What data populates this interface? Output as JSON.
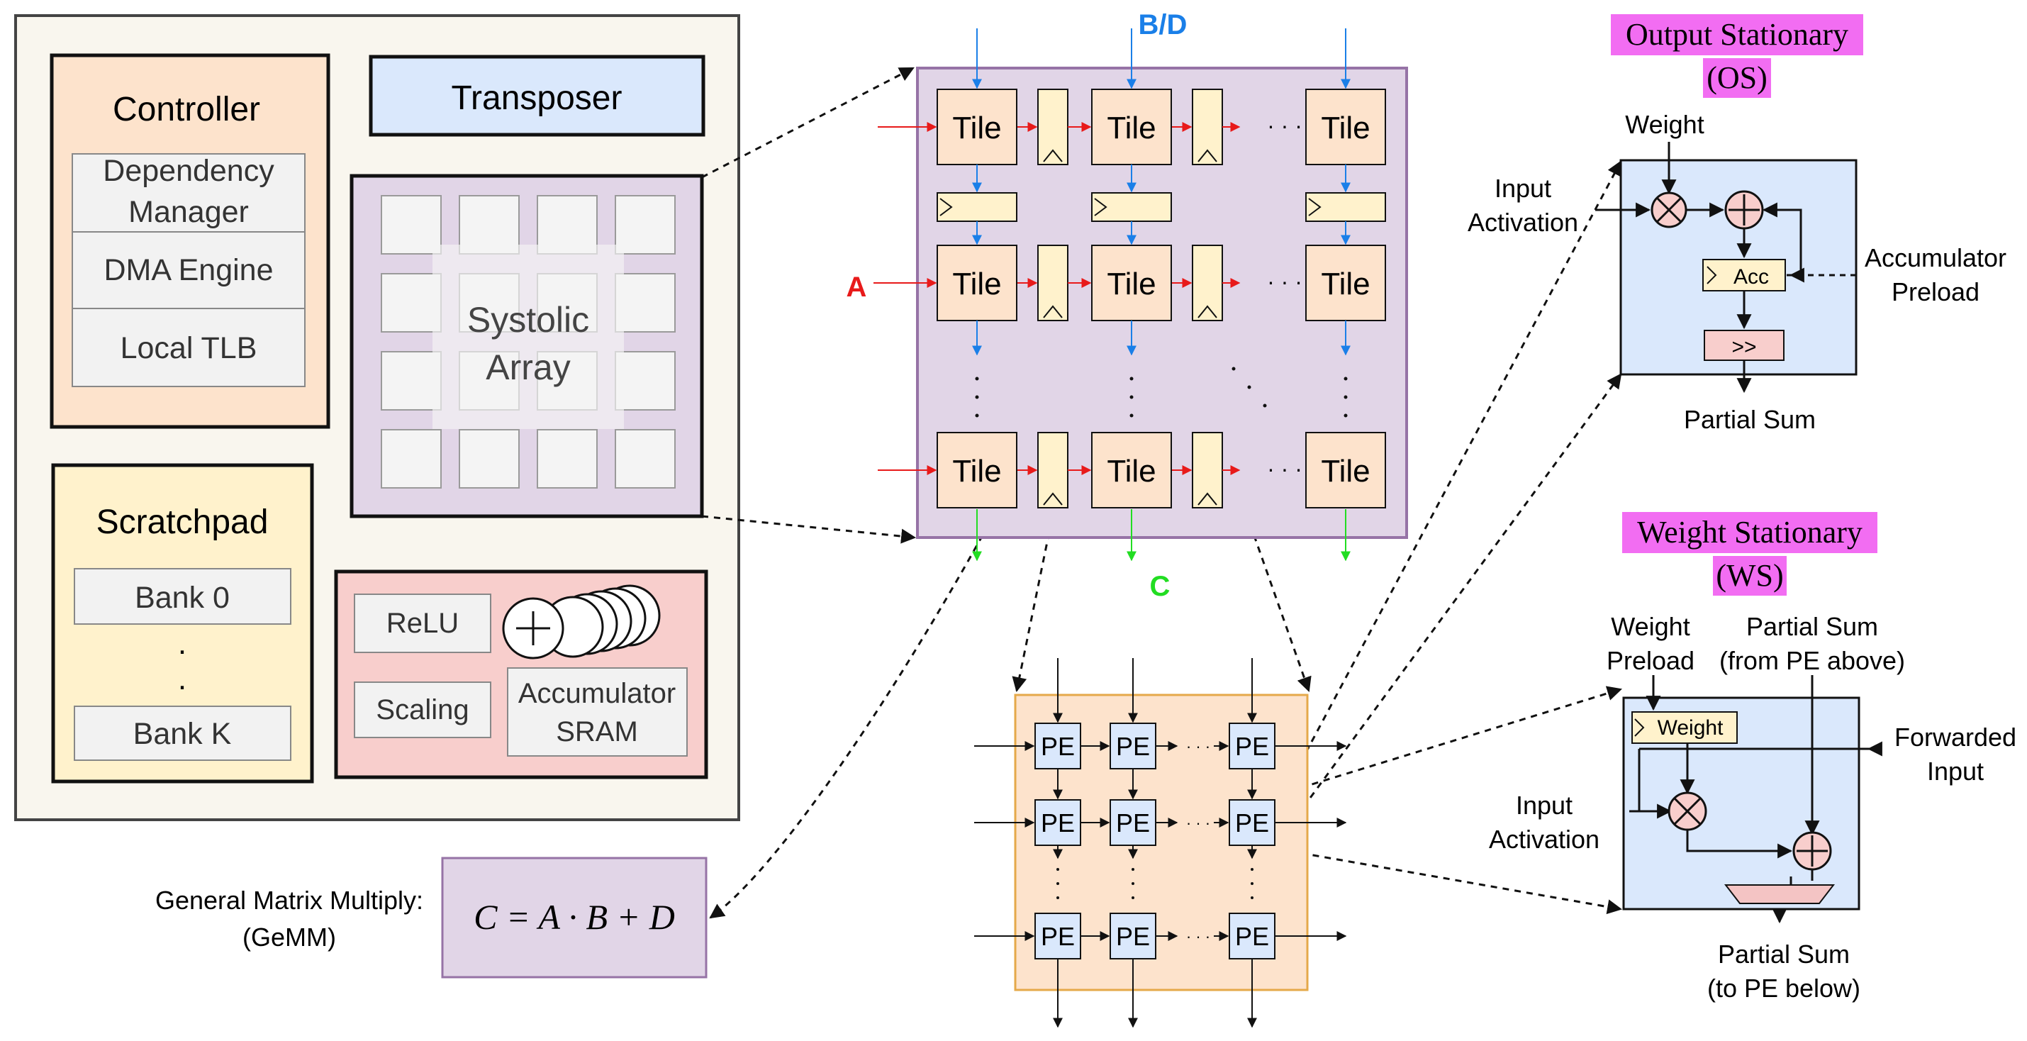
{
  "soc": {
    "controller": {
      "title": "Controller",
      "items": [
        {
          "line1": "Dependency",
          "line2": "Manager"
        },
        {
          "line1": "DMA Engine",
          "line2": ""
        },
        {
          "line1": "Local TLB",
          "line2": ""
        }
      ]
    },
    "transposer": "Transposer",
    "systolic": {
      "line1": "Systolic",
      "line2": "Array"
    },
    "scratchpad": {
      "title": "Scratchpad",
      "bank_first": "Bank 0",
      "dot": ".",
      "bank_last": "Bank K"
    },
    "post": {
      "relu": "ReLU",
      "scaling": "Scaling",
      "acc_line1": "Accumulator",
      "acc_line2": "SRAM"
    }
  },
  "gemm": {
    "label_line1": "General Matrix Multiply:",
    "label_line2": "(GeMM)",
    "equation": "C = A · B + D"
  },
  "tile_grid": {
    "tile_label": "Tile",
    "input_top": "B/D",
    "input_left": "A",
    "output_bottom": "C",
    "dots": "· · ·",
    "colors": {
      "top": "#1a7fe8",
      "left": "#e81a1a",
      "bottom": "#22dd22"
    }
  },
  "pe_grid": {
    "pe_label": "PE",
    "dots": "· · ·"
  },
  "os": {
    "title_line1": "Output Stationary",
    "title_line2": "(OS)",
    "weight": "Weight",
    "input_line1": "Input",
    "input_line2": "Activation",
    "acc": "Acc",
    "shift": ">>",
    "preload_line1": "Accumulator",
    "preload_line2": "Preload",
    "out": "Partial Sum"
  },
  "ws": {
    "title_line1": "Weight Stationary",
    "title_line2": "(WS)",
    "preload_line1": "Weight",
    "preload_line2": "Preload",
    "psum_in_line1": "Partial Sum",
    "psum_in_line2": "(from PE above)",
    "weight_reg": "Weight",
    "fwd_line1": "Forwarded",
    "fwd_line2": "Input",
    "input_line1": "Input",
    "input_line2": "Activation",
    "out_line1": "Partial Sum",
    "out_line2": "(to PE below)"
  },
  "highlight_color": "#f26df2"
}
